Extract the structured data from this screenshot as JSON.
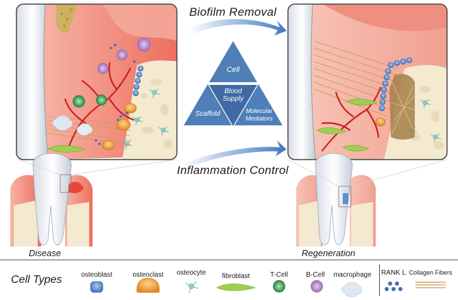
{
  "arrows": {
    "top_label": "Biofilm Removal",
    "bottom_label": "Inflammation Control"
  },
  "triangle": {
    "cell": "Cell",
    "blood_supply_1": "Blood",
    "blood_supply_2": "Supply",
    "scaffold": "Scaffold",
    "molecular_1": "Molecular",
    "molecular_2": "Mediators"
  },
  "stages": {
    "left": "Disease",
    "right": "Regeneration"
  },
  "legend": {
    "title": "Cell Types",
    "items": [
      {
        "label": "osteoblast",
        "icon": "osteoblast-icon"
      },
      {
        "label": "osteoclast",
        "icon": "osteoclast-icon"
      },
      {
        "label": "osteocyte",
        "icon": "osteocyte-icon"
      },
      {
        "label": "fibroblast",
        "icon": "fibroblast-icon"
      },
      {
        "label": "T-Cell",
        "icon": "t-cell-icon"
      },
      {
        "label": "B-Cell",
        "icon": "b-cell-icon"
      },
      {
        "label": "macrophage",
        "icon": "macrophage-icon"
      },
      {
        "label": "RANK L",
        "icon": "rank-l-icon"
      },
      {
        "label": "Collagen Fibers",
        "icon": "collagen-fibers-icon"
      }
    ]
  },
  "colors": {
    "triangle_blue": "#4f7fb8",
    "gum_pink": "#f08a80",
    "inflamed_red": "#e8463a",
    "bone_cream": "#f3ead0",
    "osteoblast_blue": "#5b8fd4",
    "osteoclast_orange": "#f3a43a",
    "tcell_green": "#3f9f5a",
    "bcell_purple": "#a97bc0"
  }
}
